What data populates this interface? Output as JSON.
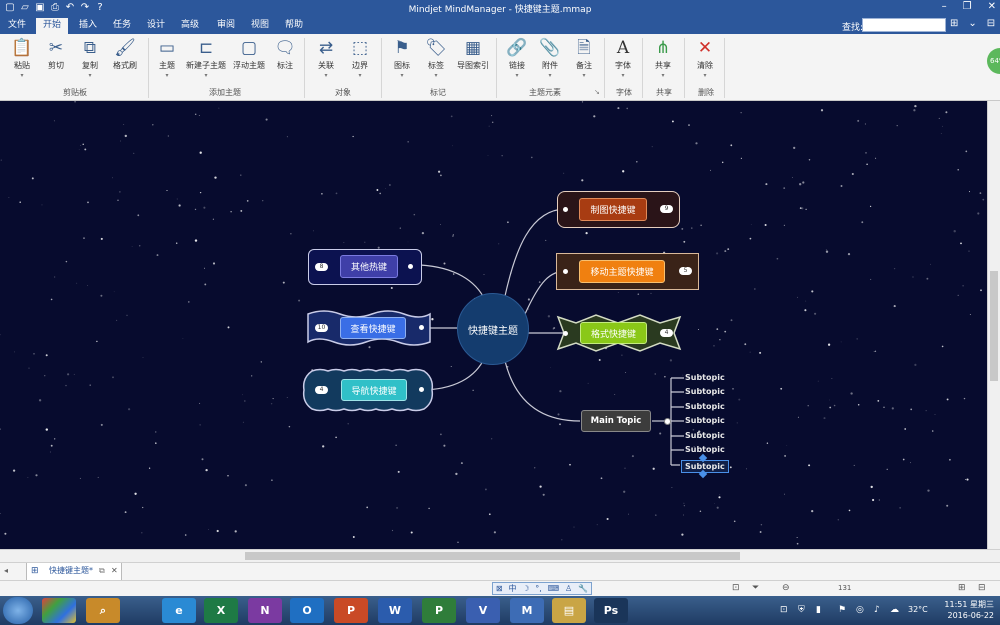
{
  "window": {
    "title": "Mindjet MindManager - 快捷键主题.mmap",
    "find_label": "查找:"
  },
  "menu_tabs": [
    "文件",
    "开始",
    "插入",
    "任务",
    "设计",
    "高级",
    "审阅",
    "视图",
    "帮助"
  ],
  "active_tab": "开始",
  "ribbon": {
    "buttons": {
      "paste": "粘贴",
      "cut": "剪切",
      "copy": "复制",
      "format_painter": "格式刷",
      "topic": "主题",
      "new_subtopic": "新建子主题",
      "floating_topic": "浮动主题",
      "callout": "标注",
      "relationship": "关联",
      "boundary": "边界",
      "icons": "图标",
      "tags": "标签",
      "map_index": "导图索引",
      "link": "链接",
      "attachment": "附件",
      "notes": "备注",
      "font": "字体",
      "share": "共享",
      "clear": "清除"
    },
    "groups": {
      "clipboard": "剪贴板",
      "add_topic": "添加主题",
      "objects": "对象",
      "markers": "标记",
      "topic_elements": "主题元素",
      "font": "字体",
      "share": "共享",
      "delete": "删除"
    }
  },
  "mindmap": {
    "central": "快捷键主题",
    "topics": [
      {
        "label": "其他热键",
        "badge": "8"
      },
      {
        "label": "查看快捷键",
        "badge": "10"
      },
      {
        "label": "导航快捷键",
        "badge": "4"
      },
      {
        "label": "制图快捷键",
        "badge": "9"
      },
      {
        "label": "移动主题快捷键",
        "badge": "5"
      },
      {
        "label": "格式快捷键",
        "badge": "4"
      }
    ],
    "main_topic": "Main Topic",
    "subtopics": [
      "Subtopic",
      "Subtopic",
      "Subtopic",
      "Subtopic",
      "Subtopic",
      "Subtopic",
      "Subtopic"
    ]
  },
  "document_tab": "快捷键主题*",
  "status": {
    "zoom": "131"
  },
  "taskbar": {
    "apps": [
      {
        "name": "ie",
        "glyph": "e",
        "color": "#2a8ad4"
      },
      {
        "name": "excel",
        "glyph": "X",
        "color": "#1e7a45"
      },
      {
        "name": "onenote",
        "glyph": "N",
        "color": "#7b3aa1"
      },
      {
        "name": "outlook",
        "glyph": "O",
        "color": "#1f6fc2"
      },
      {
        "name": "powerpoint",
        "glyph": "P",
        "color": "#c94a26"
      },
      {
        "name": "word",
        "glyph": "W",
        "color": "#2b5cad"
      },
      {
        "name": "project",
        "glyph": "P",
        "color": "#2f7d3a"
      },
      {
        "name": "visio",
        "glyph": "V",
        "color": "#3a5fb0"
      },
      {
        "name": "mindmanager",
        "glyph": "M",
        "color": "#3d6cb5"
      },
      {
        "name": "explorer",
        "glyph": "▤",
        "color": "#c9a545"
      },
      {
        "name": "photoshop",
        "glyph": "Ps",
        "color": "#1a3559"
      }
    ],
    "temperature": "32°C",
    "time": "11:51 星期三",
    "date": "2016-06-22"
  }
}
